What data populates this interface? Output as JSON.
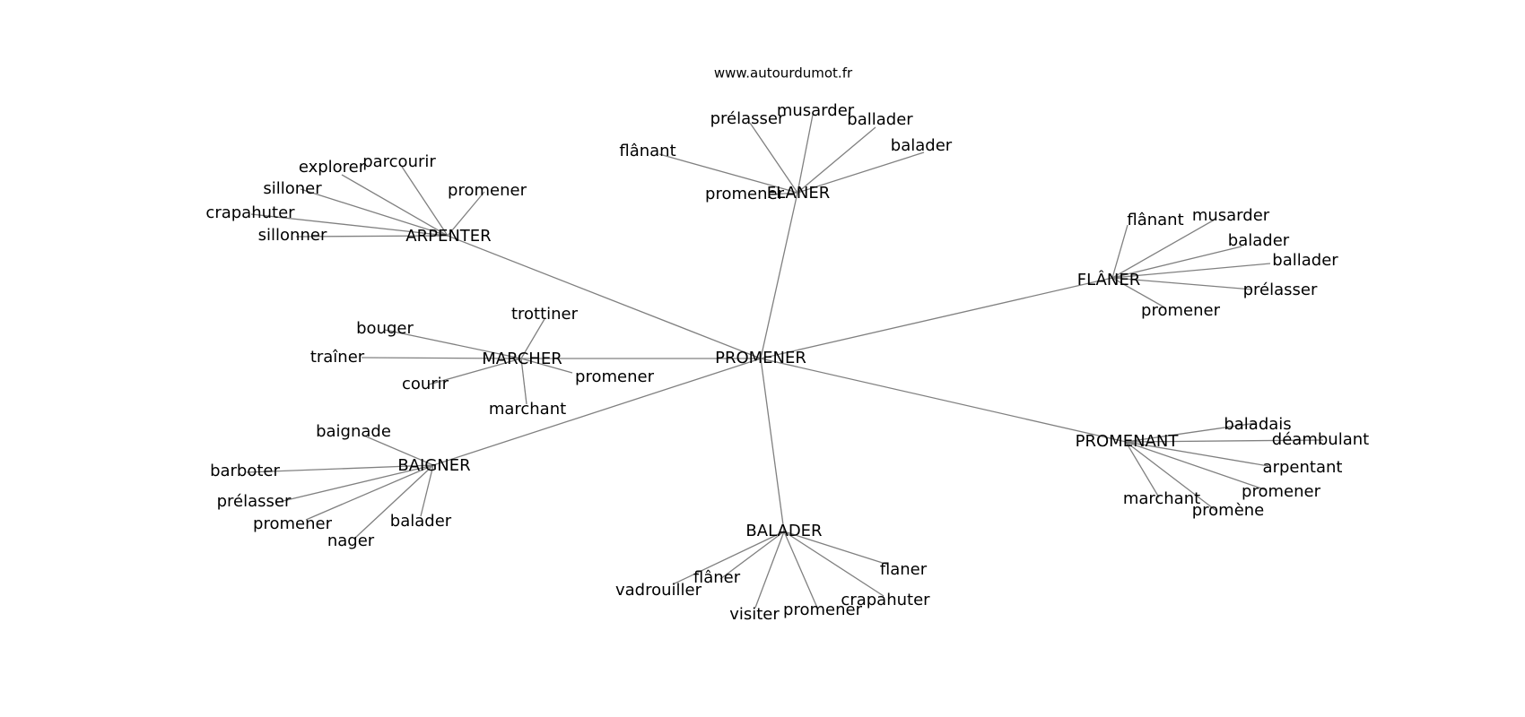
{
  "source_label": "www.autourdumot.fr",
  "center": "PROMENER",
  "groups": [
    {
      "hub": "ARPENTER",
      "words": [
        "explorer",
        "parcourir",
        "promener",
        "silloner",
        "crapahuter",
        "sillonner"
      ]
    },
    {
      "hub": "FLANER",
      "words": [
        "prélasser",
        "musarder",
        "ballader",
        "balader",
        "flânant",
        "promener"
      ]
    },
    {
      "hub": "FLÂNER",
      "words": [
        "flânant",
        "musarder",
        "balader",
        "ballader",
        "prélasser",
        "promener"
      ]
    },
    {
      "hub": "MARCHER",
      "words": [
        "trottiner",
        "bouger",
        "traîner",
        "courir",
        "promener",
        "marchant"
      ]
    },
    {
      "hub": "PROMENANT",
      "words": [
        "baladais",
        "déambulant",
        "arpentant",
        "promener",
        "marchant",
        "promène"
      ]
    },
    {
      "hub": "BAIGNER",
      "words": [
        "baignade",
        "barboter",
        "prélasser",
        "promener",
        "nager",
        "balader"
      ]
    },
    {
      "hub": "BALADER",
      "words": [
        "flaner",
        "crapahuter",
        "promener",
        "visiter",
        "flâner",
        "vadrouiller"
      ]
    }
  ]
}
